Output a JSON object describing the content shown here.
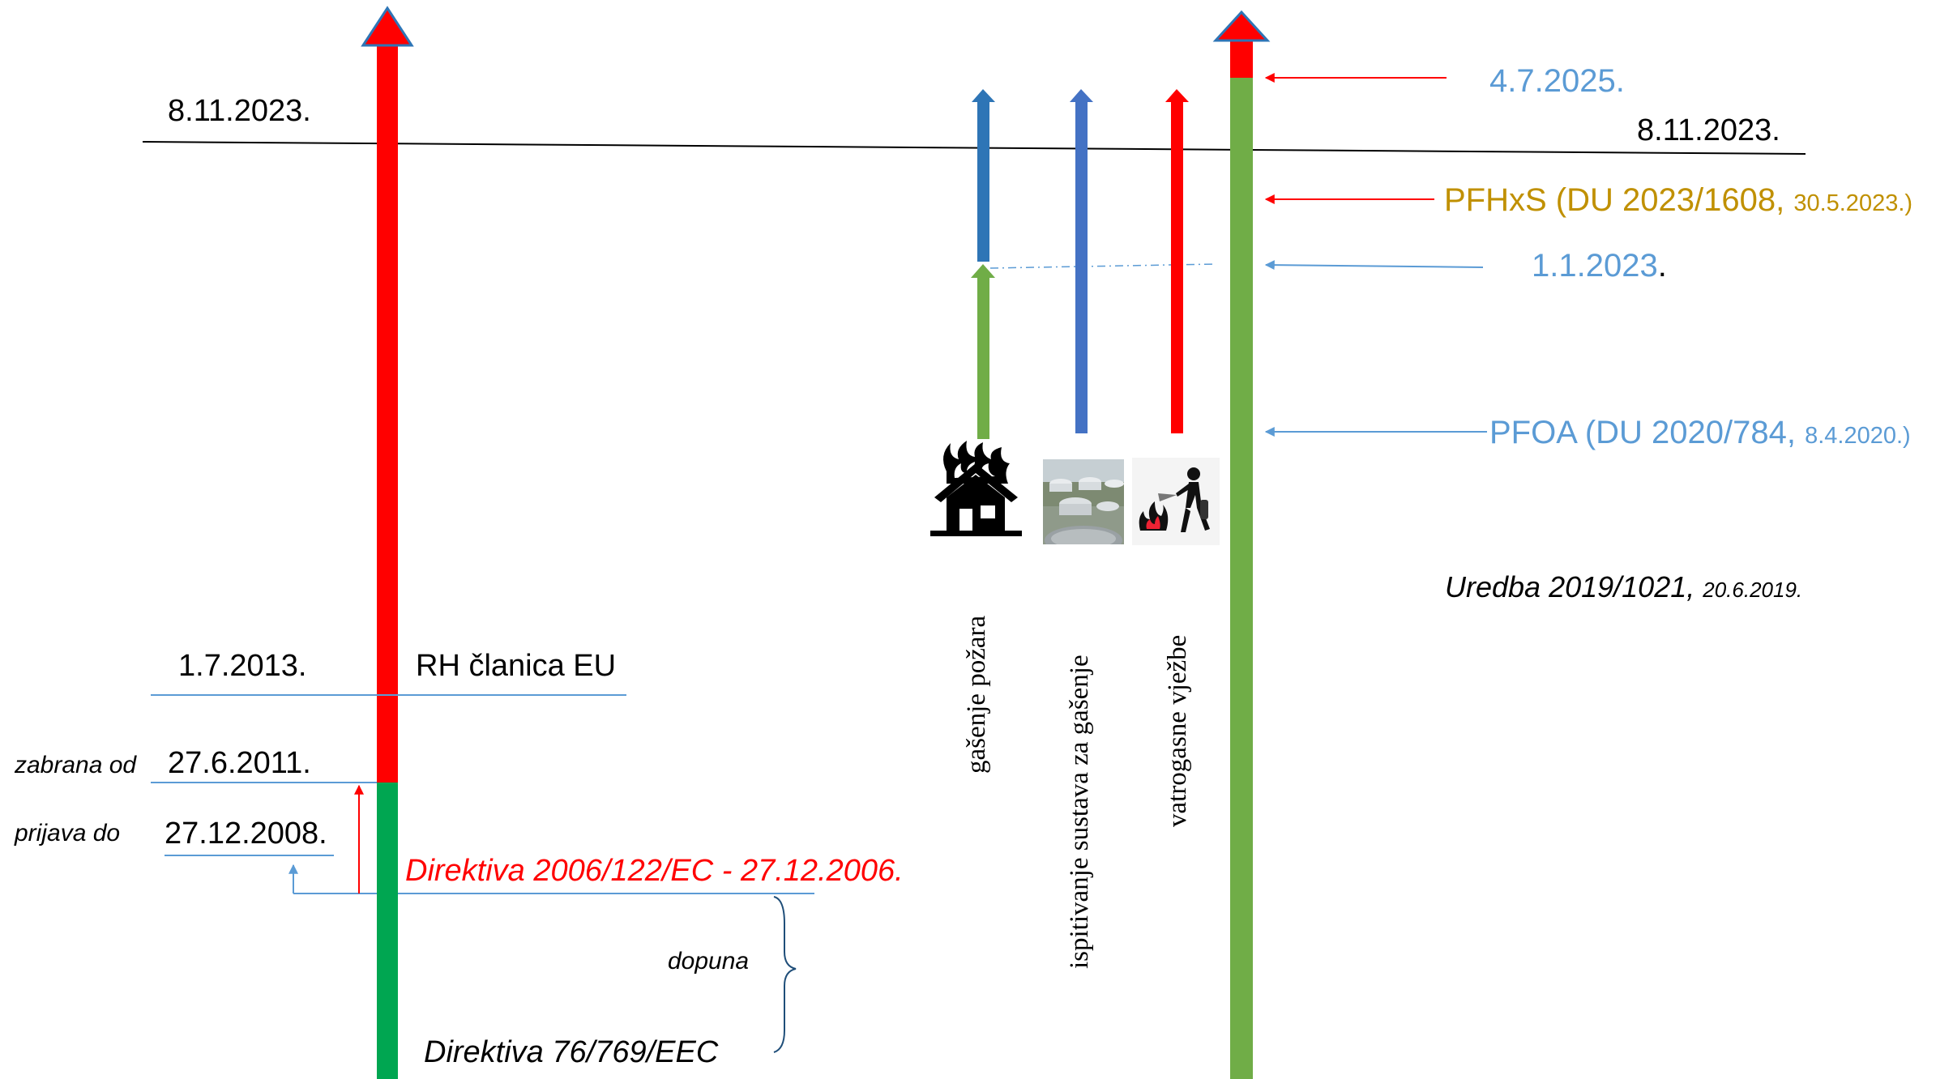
{
  "colors": {
    "red": "#ff0000",
    "green_dark": "#00a651",
    "green_light": "#70ad47",
    "blue_arrow": "#2e75b6",
    "blue_text": "#5b9bd5",
    "gold_text": "#c09000",
    "black": "#000000"
  },
  "timeline_left": {
    "top_date": "8.11.2023.",
    "eu_date": "1.7.2013.",
    "eu_label": "RH članica EU",
    "ban_prefix": "zabrana od",
    "ban_date": "27.6.2011.",
    "report_prefix": "prijava do",
    "report_date": "27.12.2008.",
    "directive_2006": "Direktiva 2006/122/EC - 27.12.2006.",
    "supplement_label": "dopuna",
    "directive_76": "Direktiva 76/769/EEC"
  },
  "timeline_right": {
    "date_2025": "4.7.2025.",
    "date_2023_nov": "8.11.2023.",
    "pfhxs_text": "PFHxS (DU 2023/1608, ",
    "pfhxs_date": "30.5.2023.)",
    "date_2023_jan": "1.1.2023",
    "date_2023_jan_dot": ".",
    "pfoa_text": "PFOA (DU 2020/784, ",
    "pfoa_date": "8.4.2020.)",
    "regulation_text": "Uredba 2019/1021, ",
    "regulation_date": "20.6.2019."
  },
  "uses": [
    {
      "icon": "burning-house-icon",
      "label": "gašenje požara"
    },
    {
      "icon": "storage-tanks-icon",
      "label": "ispitivanje sustava za gašenje"
    },
    {
      "icon": "firefighter-training-icon",
      "label": "vatrogasne vježbe"
    }
  ]
}
